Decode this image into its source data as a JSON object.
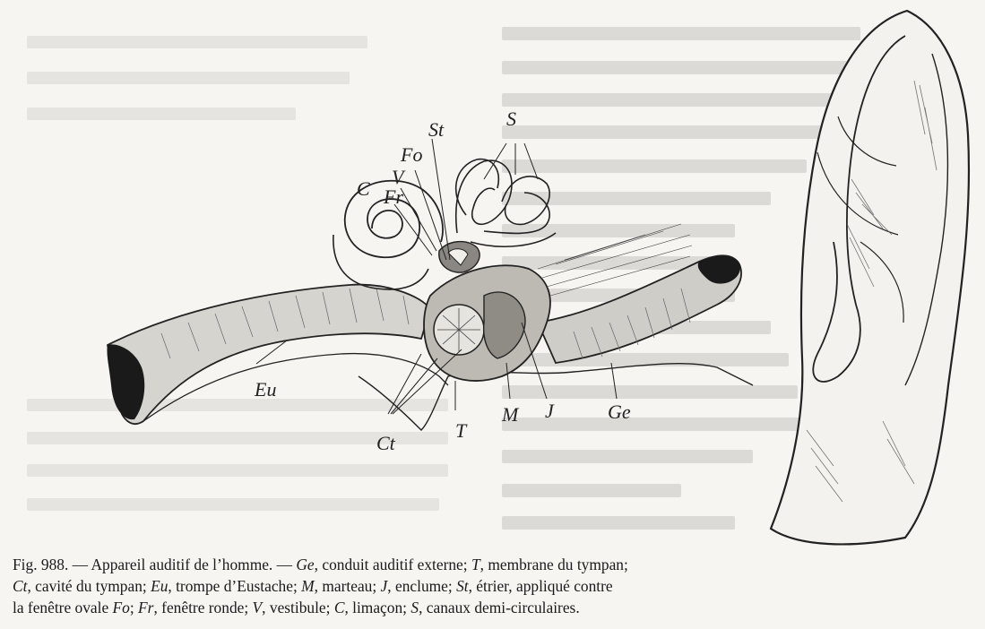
{
  "figure": {
    "labels": {
      "S": "S",
      "St": "St",
      "Fo": "Fo",
      "V": "V",
      "Fr": "Fr",
      "C": "C",
      "Eu": "Eu",
      "Ct": "Ct",
      "T": "T",
      "M": "M",
      "J": "J",
      "Ge": "Ge"
    }
  },
  "caption": {
    "line1": [
      {
        "t": "Fig. 988. — Appareil auditif de l’homme. — ",
        "i": false
      },
      {
        "t": "Ge",
        "i": true
      },
      {
        "t": ", conduit auditif externe; ",
        "i": false
      },
      {
        "t": "T",
        "i": true
      },
      {
        "t": ", membrane du tympan;",
        "i": false
      }
    ],
    "line2": [
      {
        "t": "Ct",
        "i": true
      },
      {
        "t": ", cavité du tympan; ",
        "i": false
      },
      {
        "t": "Eu",
        "i": true
      },
      {
        "t": ", trompe d’Eustache; ",
        "i": false
      },
      {
        "t": "M",
        "i": true
      },
      {
        "t": ", marteau; ",
        "i": false
      },
      {
        "t": "J",
        "i": true
      },
      {
        "t": ", enclume; ",
        "i": false
      },
      {
        "t": "St",
        "i": true
      },
      {
        "t": ", étrier, appliqué contre",
        "i": false
      }
    ],
    "line3": [
      {
        "t": "la fenêtre ovale ",
        "i": false
      },
      {
        "t": "Fo",
        "i": true
      },
      {
        "t": "; ",
        "i": false
      },
      {
        "t": "Fr",
        "i": true
      },
      {
        "t": ", fenêtre ronde; ",
        "i": false
      },
      {
        "t": "V",
        "i": true
      },
      {
        "t": ", vestibule; ",
        "i": false
      },
      {
        "t": "C",
        "i": true
      },
      {
        "t": ", limaçon; ",
        "i": false
      },
      {
        "t": "S",
        "i": true
      },
      {
        "t": ", canaux demi-circulaires.",
        "i": false
      }
    ]
  }
}
